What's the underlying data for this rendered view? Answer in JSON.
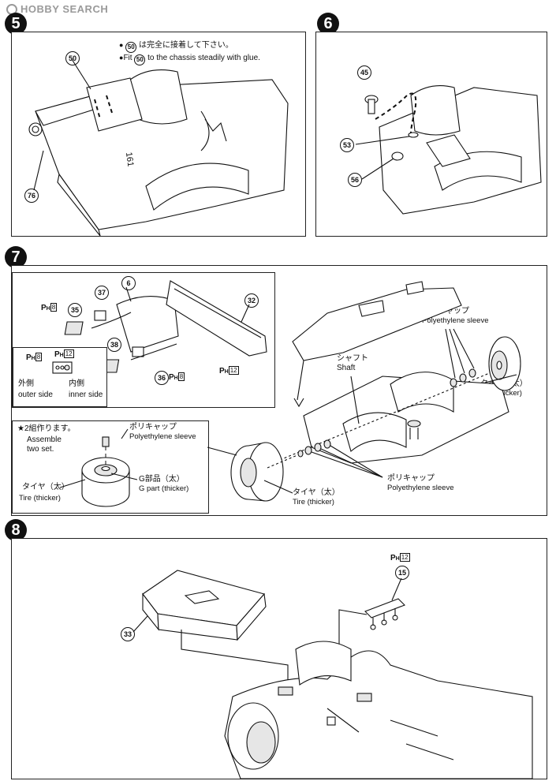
{
  "watermark": {
    "text": "HOBBY SEARCH"
  },
  "steps": [
    {
      "number": "5",
      "note_ja": "は完全に接着して下さい。",
      "note_en_prefix": "Fit",
      "note_en_suffix": "to the chassis steadily with glue.",
      "note_part": "50",
      "callouts": [
        "50",
        "76"
      ],
      "chassis_mark": "161"
    },
    {
      "number": "6",
      "callouts": [
        "45",
        "53",
        "56"
      ]
    },
    {
      "number": "7",
      "callouts": [
        "37",
        "35",
        "6",
        "32",
        "38",
        "36"
      ],
      "ph_labels": [
        {
          "sub": "H",
          "num": "8"
        },
        {
          "sub": "H",
          "num": "12"
        },
        {
          "sub": "H",
          "num": "8"
        },
        {
          "sub": "H",
          "num": "8"
        },
        {
          "sub": "H",
          "num": "12"
        }
      ],
      "outer_ja": "外側",
      "outer_en": "outer side",
      "inner_ja": "内側",
      "inner_en": "inner side",
      "assemble_ja": "★2組作ります。",
      "assemble_en1": "Assemble",
      "assemble_en2": "two set.",
      "poly_ja": "ポリキャップ",
      "poly_en": "Polyethylene sleeve",
      "tire_ja": "タイヤ（太）",
      "tire_en": "Tire (thicker)",
      "gpart_ja": "G部品（太）",
      "gpart_en": "G part  (thicker)",
      "shaft_ja": "シャフト",
      "shaft_en": "Shaft"
    },
    {
      "number": "8",
      "callouts": [
        "33",
        "15"
      ],
      "ph": {
        "sub": "H",
        "num": "12"
      }
    }
  ]
}
